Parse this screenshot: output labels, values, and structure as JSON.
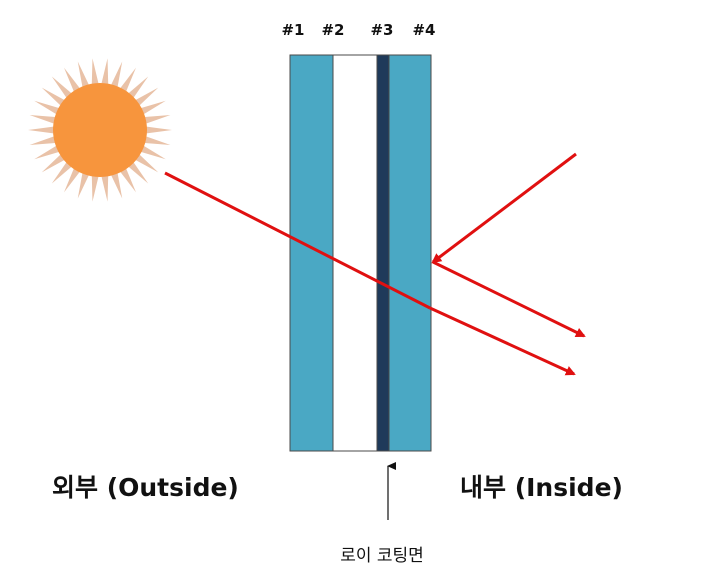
{
  "surfaces": [
    "#1",
    "#2",
    "#3",
    "#4"
  ],
  "outside_label": "외부 (Outside)",
  "inside_label": "내부 (Inside)",
  "coating_label": "로이 코팅면",
  "colors": {
    "glass": "#4aa8c4",
    "air_gap": "#ffffff",
    "coating": "#1f3a5a",
    "pane_border": "#4a4a4a",
    "ray": "#e01010",
    "sun_core": "#f7953d",
    "sun_rays": "#e9c2a8"
  },
  "icons": {
    "sun": "sun-icon",
    "coating_pointer": "arrow-up-icon"
  }
}
